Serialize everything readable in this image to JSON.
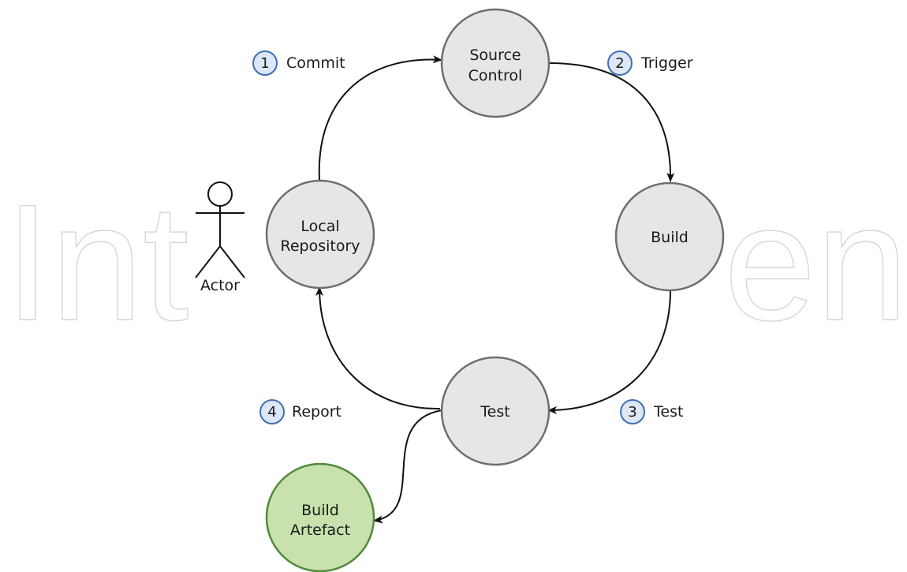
{
  "watermark": {
    "left": "Int",
    "right": "en"
  },
  "actor": {
    "label": "Actor"
  },
  "nodes": {
    "source_control": {
      "lines": [
        "Source",
        "Control"
      ]
    },
    "build": {
      "lines": [
        "Build"
      ]
    },
    "test": {
      "lines": [
        "Test"
      ]
    },
    "local_repository": {
      "lines": [
        "Local",
        "Repository"
      ]
    },
    "build_artefact": {
      "lines": [
        "Build",
        "Artefact"
      ]
    }
  },
  "steps": [
    {
      "number": "1",
      "label": "Commit"
    },
    {
      "number": "2",
      "label": "Trigger"
    },
    {
      "number": "3",
      "label": "Test"
    },
    {
      "number": "4",
      "label": "Report"
    }
  ],
  "colors": {
    "node_fill": "#e6e6e6",
    "node_stroke": "#6e6e6e",
    "artefact_fill": "#c8e1ad",
    "artefact_stroke": "#4f8a3c",
    "step_fill": "#dde7f5",
    "step_stroke": "#3f6fb5",
    "edge": "#111111"
  }
}
